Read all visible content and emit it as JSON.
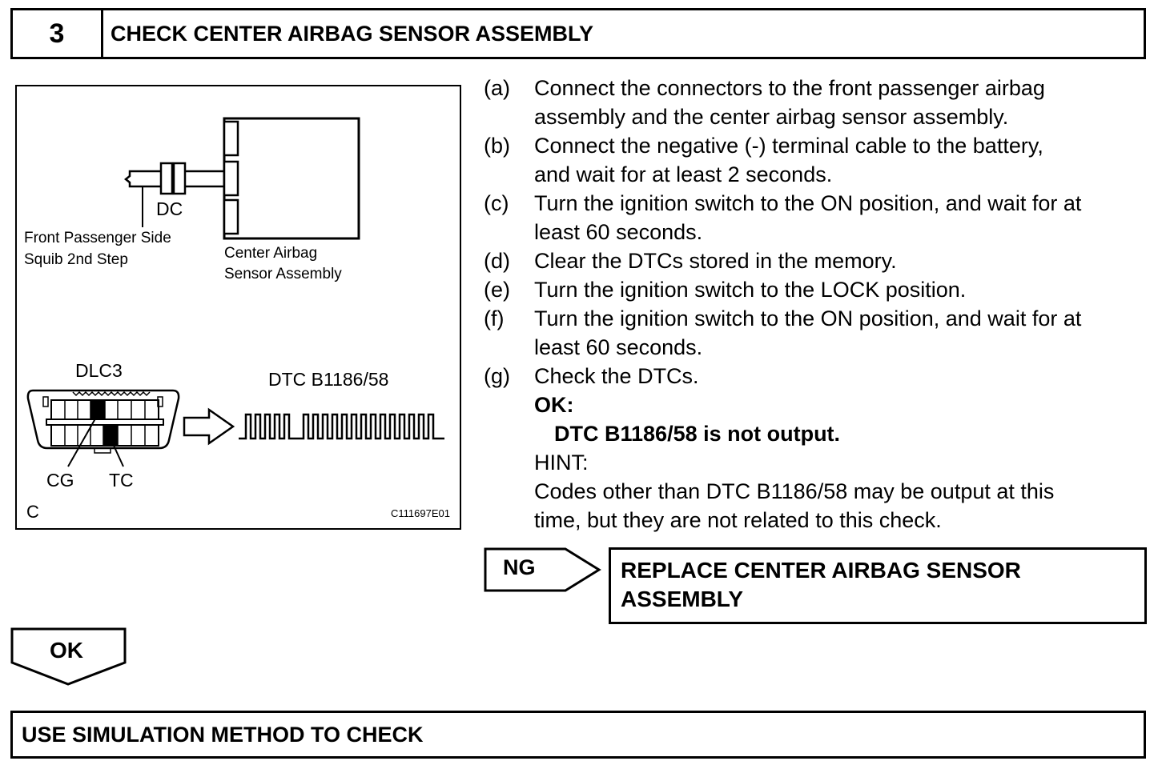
{
  "header": {
    "step_number": "3",
    "title": "CHECK CENTER AIRBAG SENSOR ASSEMBLY"
  },
  "figure": {
    "dc_label": "DC",
    "squib_label_line1": "Front Passenger Side",
    "squib_label_line2": "Squib 2nd Step",
    "sensor_label_line1": "Center Airbag",
    "sensor_label_line2": "Sensor Assembly",
    "dlc_label": "DLC3",
    "dtc_label": "DTC B1186/58",
    "cg_label": "CG",
    "tc_label": "TC",
    "c_label": "C",
    "figure_id": "C111697E01"
  },
  "steps": [
    {
      "label": "(a)",
      "lines": [
        "Connect the connectors to the front passenger airbag",
        "assembly and the center airbag sensor assembly."
      ]
    },
    {
      "label": "(b)",
      "lines": [
        "Connect the negative (-) terminal cable to the battery,",
        "and wait for at least 2 seconds."
      ]
    },
    {
      "label": "(c)",
      "lines": [
        "Turn the ignition switch to the ON position, and wait for at",
        "least 60 seconds."
      ]
    },
    {
      "label": "(d)",
      "lines": [
        "Clear the DTCs stored in the memory."
      ]
    },
    {
      "label": "(e)",
      "lines": [
        "Turn the ignition switch to the LOCK position."
      ]
    },
    {
      "label": "(f)",
      "lines": [
        "Turn the ignition switch to the ON position, and wait for at",
        "least 60 seconds."
      ]
    },
    {
      "label": "(g)",
      "lines": [
        "Check the DTCs."
      ]
    }
  ],
  "result": {
    "ok_label": "OK:",
    "ok_value": "DTC B1186/58 is not output.",
    "hint_label": "HINT:",
    "hint_lines": [
      "Codes other than DTC B1186/58 may be output at this",
      "time, but they are not related to this check."
    ]
  },
  "ng": {
    "label": "NG",
    "action_line1": "REPLACE CENTER AIRBAG SENSOR",
    "action_line2": "ASSEMBLY"
  },
  "ok_button": {
    "label": "OK"
  },
  "footer": {
    "text": "USE SIMULATION METHOD TO CHECK"
  }
}
